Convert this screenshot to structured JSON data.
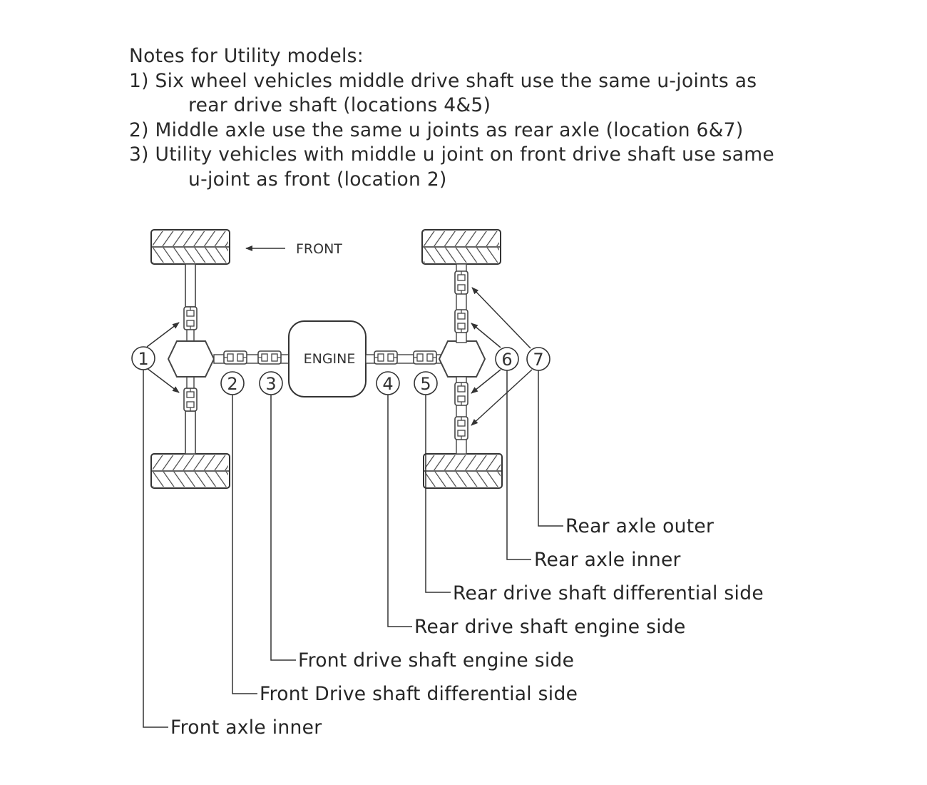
{
  "notes": {
    "title": "Notes for Utility models:",
    "lines": [
      "1) Six wheel vehicles middle drive shaft use the same u-joints as",
      "rear drive shaft (locations 4&5)",
      "2) Middle axle use the same u joints as rear axle (location 6&7)",
      "3) Utility vehicles with middle u joint on front drive shaft use same",
      "u-joint as front (location 2)"
    ]
  },
  "diagram": {
    "front_label": "FRONT",
    "engine_label": "ENGINE",
    "locations": [
      "1",
      "2",
      "3",
      "4",
      "5",
      "6",
      "7"
    ]
  },
  "callouts": [
    {
      "number": "7",
      "text": "Rear axle outer"
    },
    {
      "number": "6",
      "text": "Rear axle inner"
    },
    {
      "number": "5",
      "text": "Rear drive shaft differential side"
    },
    {
      "number": "4",
      "text": "Rear drive shaft engine side"
    },
    {
      "number": "3",
      "text": "Front drive shaft engine side"
    },
    {
      "number": "2",
      "text": "Front Drive shaft differential side"
    },
    {
      "number": "1",
      "text": "Front axle inner"
    }
  ]
}
